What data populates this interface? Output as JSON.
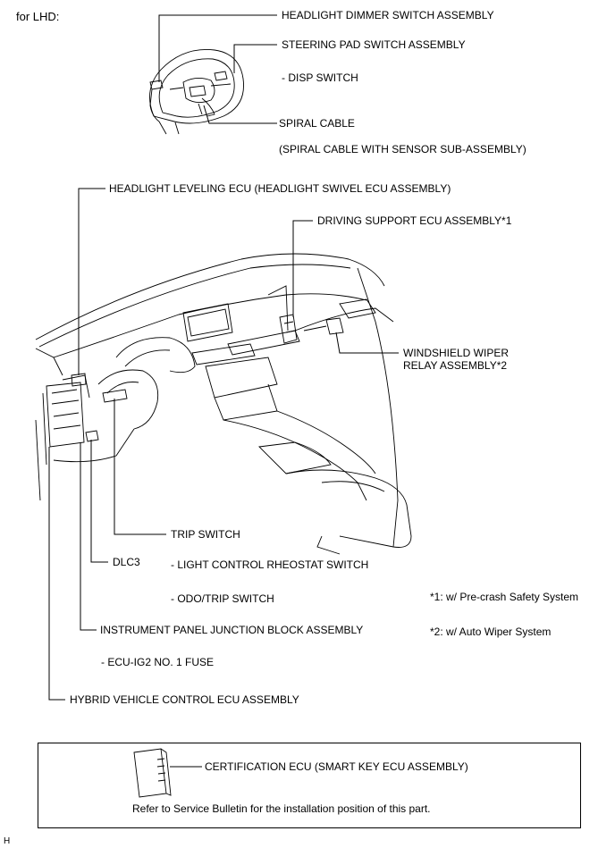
{
  "header": {
    "variant": "for LHD:"
  },
  "labels": {
    "headlight_dimmer": "HEADLIGHT DIMMER SWITCH ASSEMBLY",
    "steering_pad": "STEERING PAD SWITCH ASSEMBLY",
    "disp_switch": "- DISP SWITCH",
    "spiral_cable": "SPIRAL CABLE",
    "spiral_cable_sub": "(SPIRAL CABLE WITH SENSOR SUB-ASSEMBLY)",
    "headlight_leveling": "HEADLIGHT LEVELING ECU (HEADLIGHT SWIVEL ECU ASSEMBLY)",
    "driving_support": "DRIVING SUPPORT ECU ASSEMBLY*1",
    "wiper_relay_line1": "WINDSHIELD WIPER",
    "wiper_relay_line2": "RELAY ASSEMBLY*2",
    "trip_switch": "TRIP SWITCH",
    "dlc3": "DLC3",
    "light_control": "- LIGHT CONTROL RHEOSTAT SWITCH",
    "odo_trip": "- ODO/TRIP SWITCH",
    "ip_junction": "INSTRUMENT PANEL JUNCTION BLOCK ASSEMBLY",
    "ecu_ig2": "- ECU-IG2 NO. 1 FUSE",
    "hybrid_ecu": "HYBRID VEHICLE CONTROL ECU ASSEMBLY"
  },
  "notes": {
    "note1": "*1: w/ Pre-crash Safety System",
    "note2": "*2: w/ Auto Wiper System"
  },
  "box": {
    "certification_ecu": "CERTIFICATION ECU (SMART KEY ECU ASSEMBLY)",
    "bulletin": "Refer to Service Bulletin for the installation position of this part."
  },
  "footer": {
    "code": "H"
  }
}
